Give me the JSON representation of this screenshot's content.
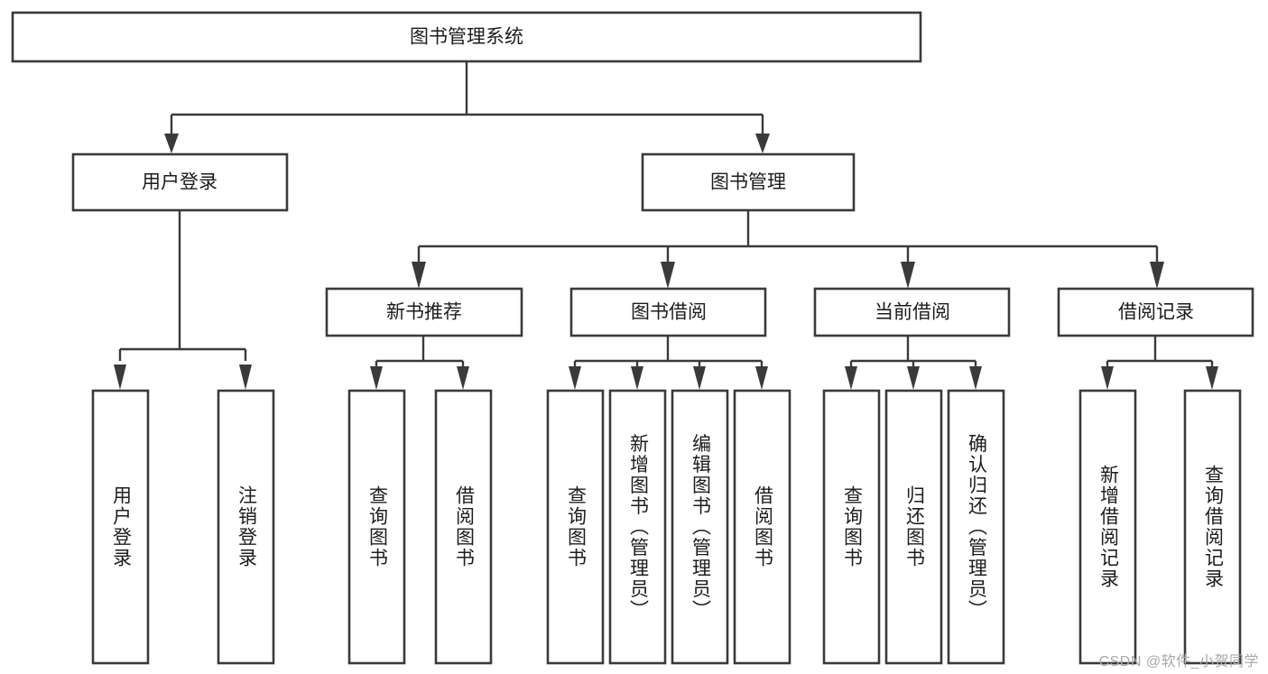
{
  "diagram": {
    "type": "tree",
    "title": "图书管理系统",
    "watermark": "CSDN @软件_小贺同学",
    "colors": {
      "stroke": "#3a3a3a",
      "fill": "#ffffff",
      "text": "#1c1c1c",
      "watermark": "#a9a9a9"
    },
    "root": {
      "label": "图书管理系统"
    },
    "level2": [
      {
        "label": "用户登录"
      },
      {
        "label": "图书管理"
      }
    ],
    "level3": [
      {
        "label": "新书推荐"
      },
      {
        "label": "图书借阅"
      },
      {
        "label": "当前借阅"
      },
      {
        "label": "借阅记录"
      }
    ],
    "leaves": {
      "user_login": [
        {
          "label": "用户登录"
        },
        {
          "label": "注销登录"
        }
      ],
      "new_book": [
        {
          "label": "查询图书"
        },
        {
          "label": "借阅图书"
        }
      ],
      "book_borrow": [
        {
          "label": "查询图书"
        },
        {
          "label": "新增图书（管理员）"
        },
        {
          "label": "编辑图书（管理员）"
        },
        {
          "label": "借阅图书"
        }
      ],
      "current_borrow": [
        {
          "label": "查询图书"
        },
        {
          "label": "归还图书"
        },
        {
          "label": "确认归还（管理员）"
        }
      ],
      "borrow_record": [
        {
          "label": "新增借阅记录"
        },
        {
          "label": "查询借阅记录"
        }
      ]
    }
  }
}
